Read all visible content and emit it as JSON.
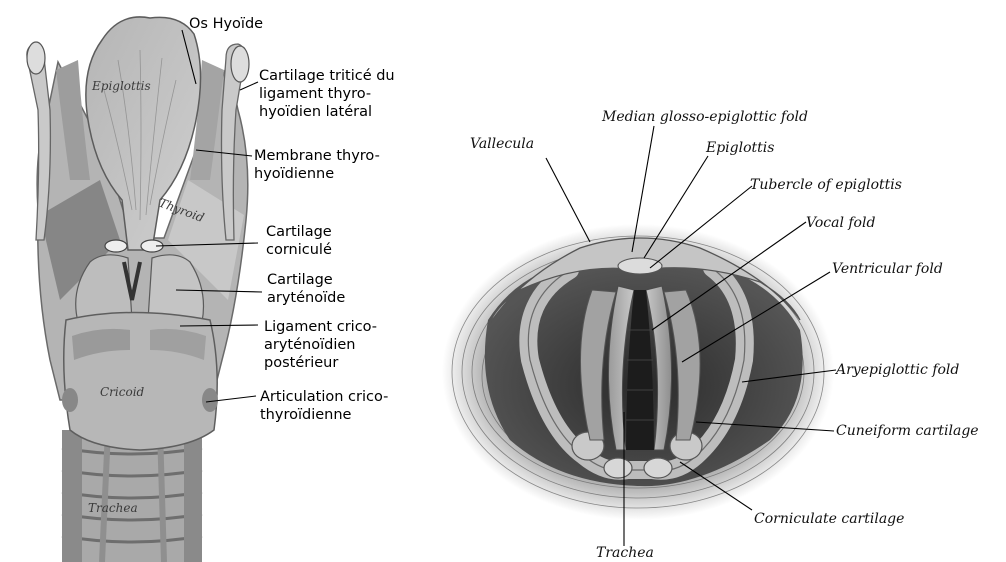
{
  "left_figure": {
    "labels": [
      "Os Hyoïde",
      "Cartilage triticé du",
      "ligament thyro-",
      "hyoïdien latéral",
      "Membrane thyro-",
      "hyoïdienne",
      "Cartilage",
      "corniculé",
      "Cartilage",
      "aryténoïde",
      "Ligament crico-",
      "aryténoïdien",
      "postérieur",
      "Articulation crico-",
      "thyroïdienne"
    ],
    "engraved": [
      "Epiglottis",
      "Thyroid",
      "Cricoid",
      "Trachea"
    ]
  },
  "right_figure": {
    "labels": [
      "Median glosso-epiglottic fold",
      "Vallecula",
      "Epiglottis",
      "Tubercle of epiglottis",
      "Vocal fold",
      "Ventricular fold",
      "Aryepiglottic fold",
      "Cuneiform cartilage",
      "Corniculate cartilage",
      "Trachea"
    ]
  }
}
